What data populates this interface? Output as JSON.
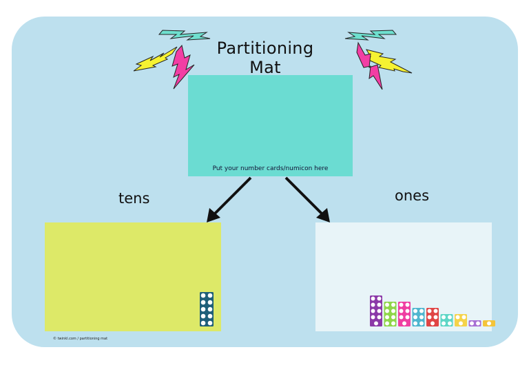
{
  "mat": {
    "title": "Partitioning Mat",
    "top_caption": "Put your number cards/numicon here",
    "tens_label": "tens",
    "ones_label": "ones",
    "copyright": "© twinkl.com / partitioning mat"
  },
  "colors": {
    "mat_bg": "#bde0ee",
    "top_box": "#6bdcd2",
    "tens_box": "#dde968",
    "ones_box": "#e8f4f8",
    "lightning_teal": "#6fe0cf",
    "lightning_yellow": "#f6f232",
    "lightning_pink": "#f23ea4"
  },
  "numicon_ones": [
    {
      "value": 10,
      "color": "#1f5f79"
    },
    {
      "value": 9,
      "color": "#8b39a8"
    },
    {
      "value": 8,
      "color": "#8fd64a"
    },
    {
      "value": 7,
      "color": "#ef3fa2"
    },
    {
      "value": 6,
      "color": "#4fb6cf"
    },
    {
      "value": 5,
      "color": "#e04545"
    },
    {
      "value": 4,
      "color": "#5ed6c6"
    },
    {
      "value": 3,
      "color": "#f5d34a"
    },
    {
      "value": 2,
      "color": "#a870d4"
    },
    {
      "value": 1,
      "color": "#f4c43a"
    }
  ]
}
